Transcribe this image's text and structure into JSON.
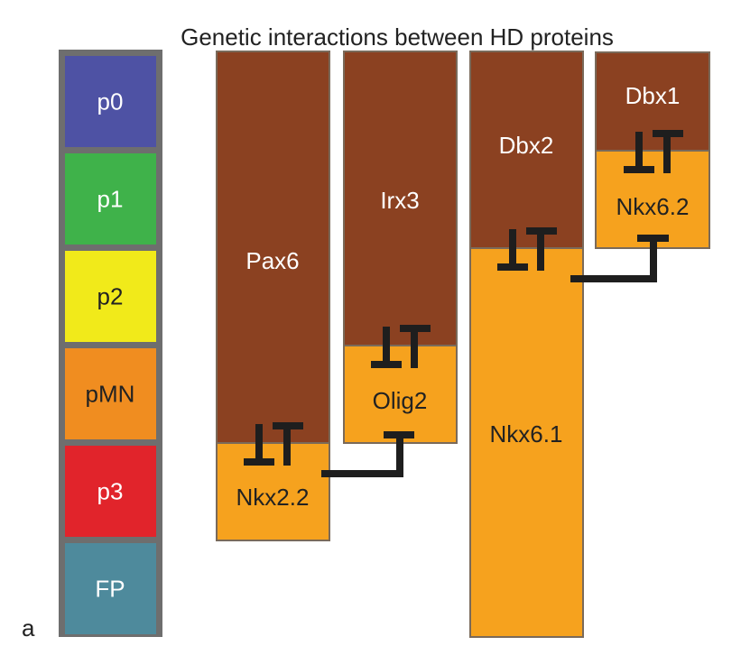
{
  "title": "Genetic interactions between HD proteins",
  "panel_label": "a",
  "domains": [
    {
      "label": "p0",
      "color": "#4e52a4"
    },
    {
      "label": "p1",
      "color": "#3fb24a"
    },
    {
      "label": "p2",
      "color": "#f1ea1a"
    },
    {
      "label": "pMN",
      "color": "#f08d20"
    },
    {
      "label": "p3",
      "color": "#e1242b"
    },
    {
      "label": "FP",
      "color": "#4e8a9c"
    }
  ],
  "columns": [
    {
      "class_i": "Pax6",
      "class_ii": "Nkx2.2"
    },
    {
      "class_i": "Irx3",
      "class_ii": "Olig2"
    },
    {
      "class_i": "Dbx2",
      "class_ii": "Nkx6.1"
    },
    {
      "class_i": "Dbx1",
      "class_ii": "Nkx6.2"
    }
  ],
  "colors": {
    "class_i": "#8b4121",
    "class_ii": "#f6a21e",
    "border": "#6e6e6e",
    "repression": "#1e1e1e"
  }
}
